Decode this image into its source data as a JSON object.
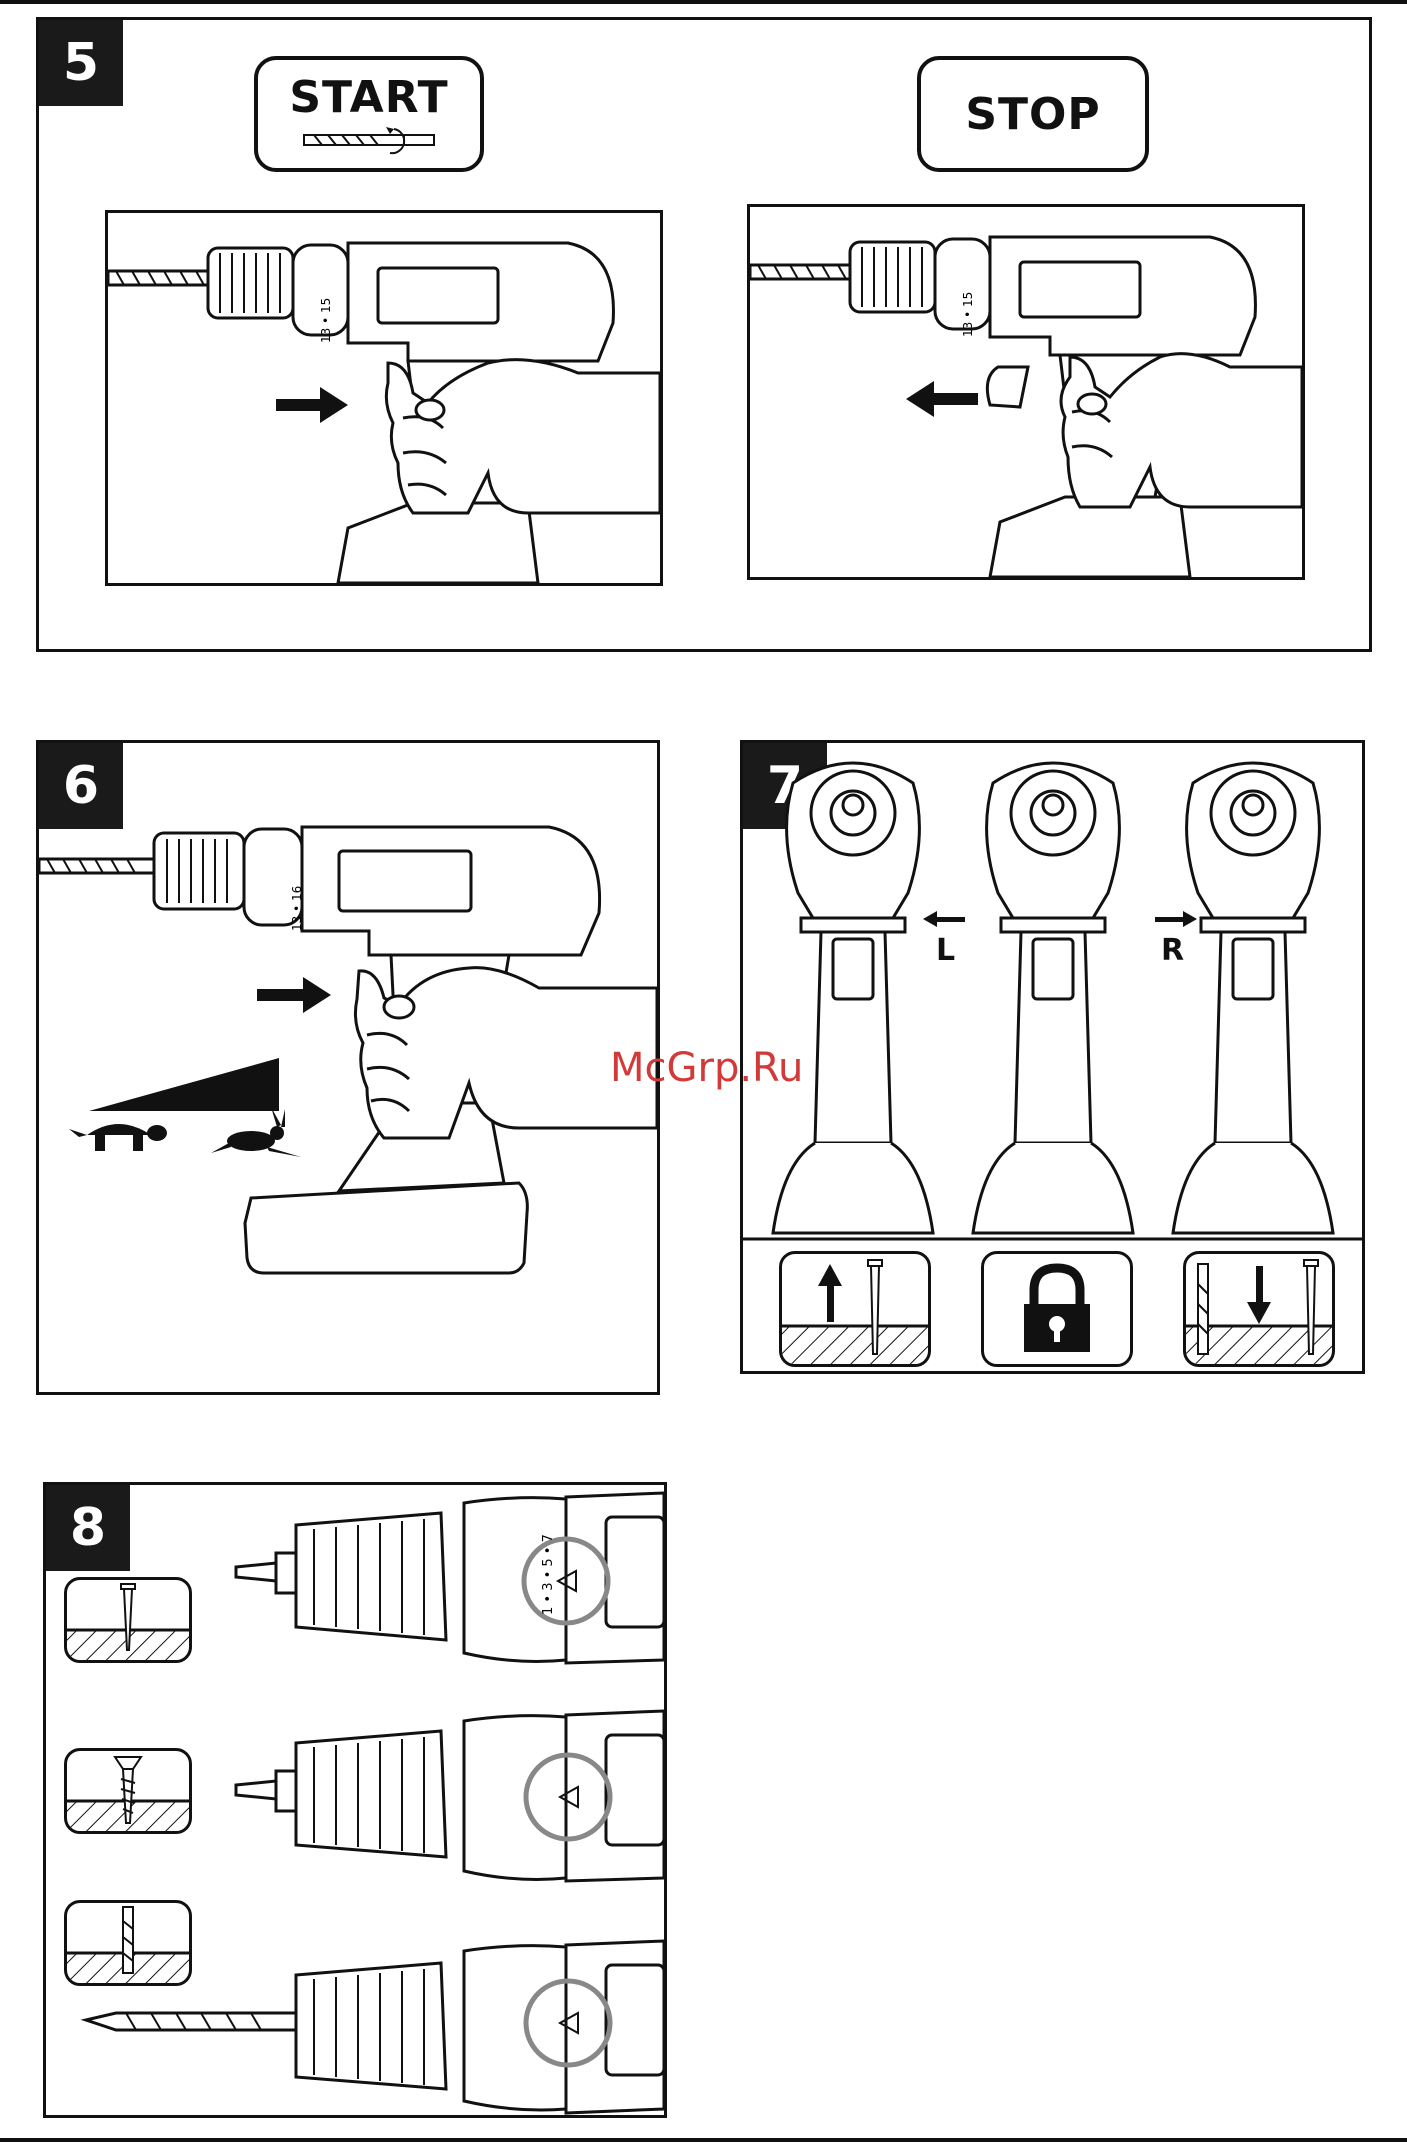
{
  "watermark": "McGrp.Ru",
  "figures": {
    "fig5": {
      "number": "5",
      "start_label": "START",
      "stop_label": "STOP",
      "clutch_marks": "13 • 15"
    },
    "fig6": {
      "number": "6",
      "clutch_marks": "13 • 16"
    },
    "fig7": {
      "number": "7",
      "left_label": "L",
      "right_label": "R"
    },
    "fig8": {
      "number": "8",
      "ring_marks": "1 • 3 • 5 • 7"
    }
  },
  "icons": [
    "drill-bit-rotation-icon",
    "arrow-right-icon",
    "arrow-left-icon",
    "tortoise-icon",
    "hare-icon",
    "lock-icon",
    "screw-icon",
    "drill-bit-icon",
    "arrow-up-icon",
    "arrow-down-icon"
  ],
  "colors": {
    "ink": "#111111",
    "ring": "#888888",
    "watermark": "#d23a3a"
  }
}
